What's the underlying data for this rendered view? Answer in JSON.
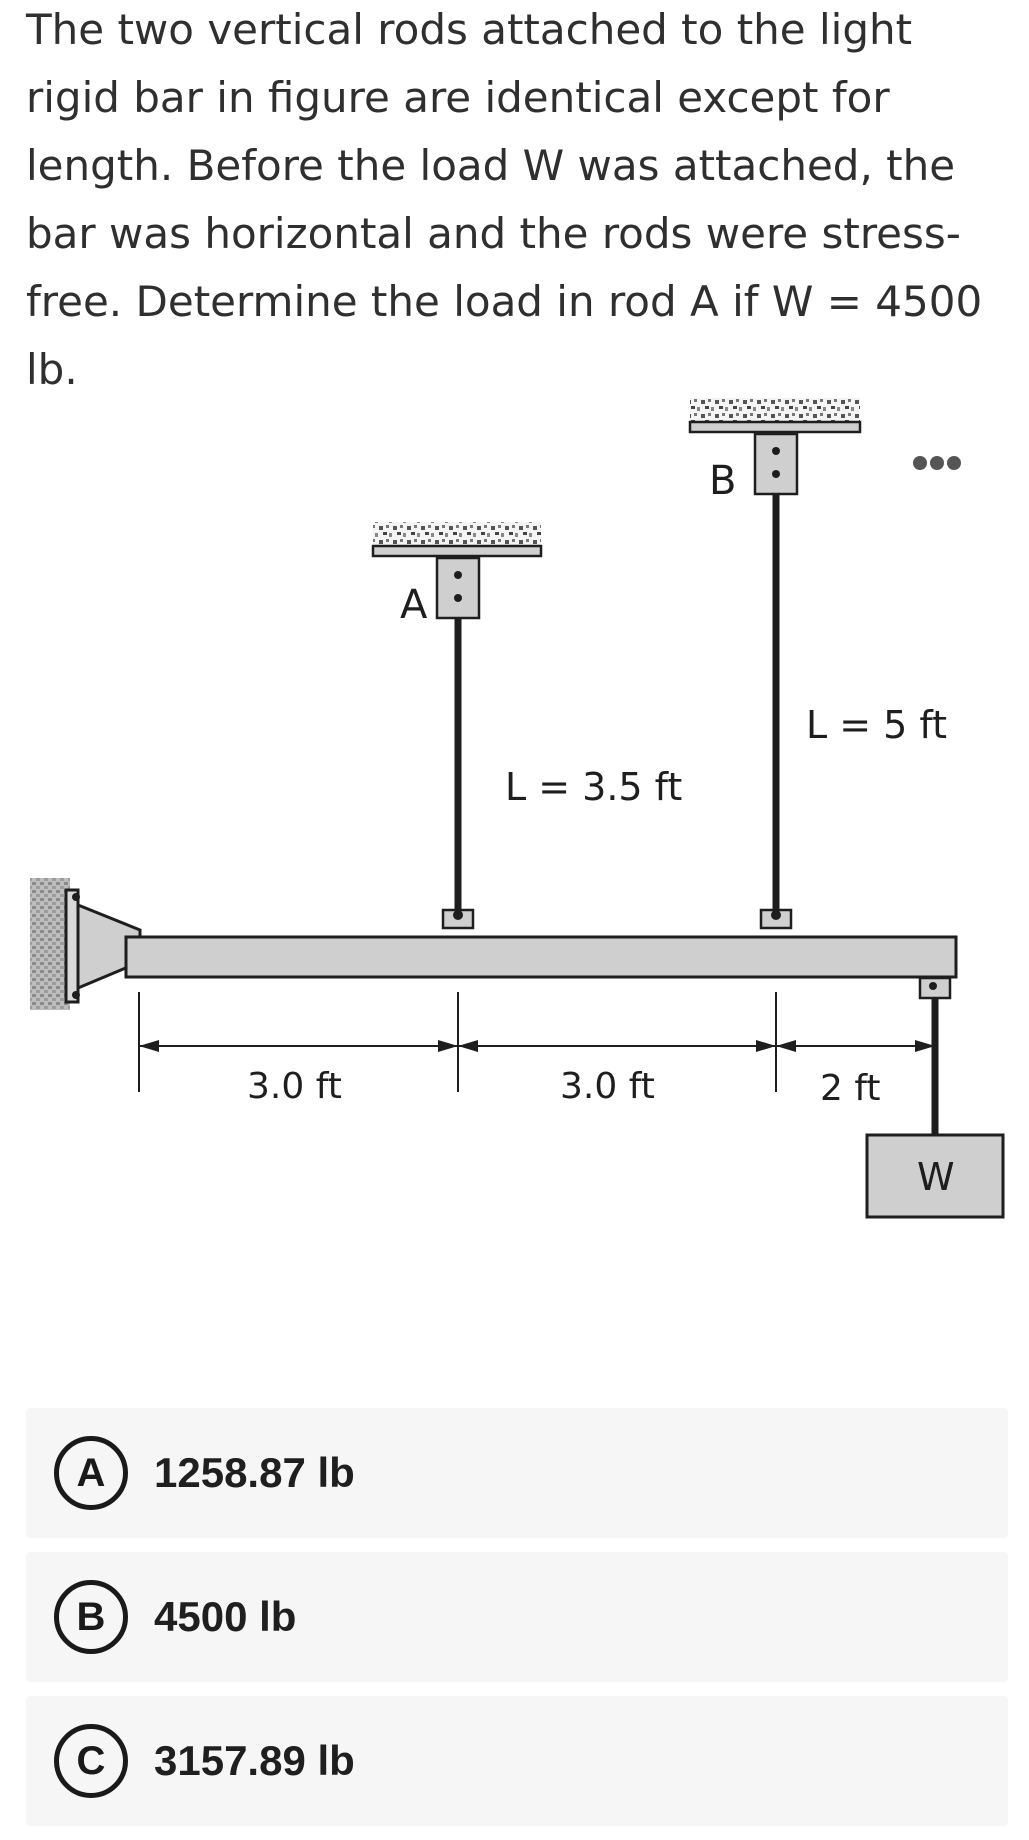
{
  "question": {
    "text": "The two vertical rods attached to the light rigid bar in figure are identical except for length. Before the load W was attached, the bar was horizontal and the rods were stress-free. Determine the load in rod A if W = 4500 lb."
  },
  "figure": {
    "rod_a_label": "A",
    "rod_b_label": "B",
    "rod_a_length": "L = 3.5  ft",
    "rod_b_length": "L = 5  ft",
    "dim_1": "3.0  ft",
    "dim_2": "3.0  ft",
    "dim_3": "2 ft",
    "load_label": "W",
    "more_icon": "more-horizontal-icon"
  },
  "options": [
    {
      "letter": "A",
      "text": "1258.87 lb"
    },
    {
      "letter": "B",
      "text": "4500 lb"
    },
    {
      "letter": "C",
      "text": "3157.89 lb"
    }
  ],
  "colors": {
    "option_bg": "#f6f6f6",
    "bar_fill": "#cfcfcf",
    "line": "#1e1e1e"
  }
}
